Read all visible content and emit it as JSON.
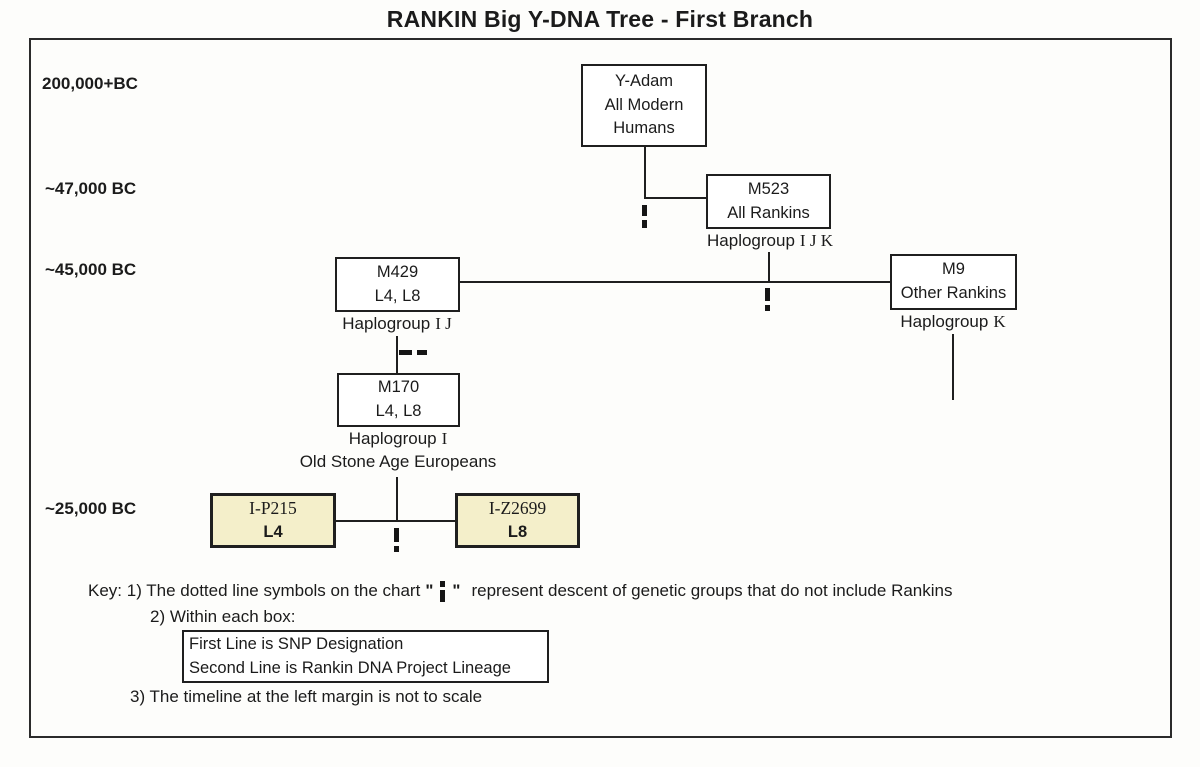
{
  "title": "RANKIN Big Y-DNA Tree - First Branch",
  "colors": {
    "highlight_fill": "#f4efca",
    "line": "#1f1f1f",
    "background": "#fdfdfb"
  },
  "timeline": {
    "t1": "200,000+BC",
    "t2": "~47,000 BC",
    "t3": "~45,000 BC",
    "t4": "~25,000 BC"
  },
  "nodes": {
    "yadam": {
      "l1": "Y-Adam",
      "l2": "All Modern",
      "l3": "Humans"
    },
    "m523": {
      "l1": "M523",
      "l2": "All Rankins",
      "hap": "Haplogroup",
      "letters": "I J K"
    },
    "m429": {
      "l1": "M429",
      "l2": "L4, L8",
      "hap": "Haplogroup",
      "letters": "I J"
    },
    "m9": {
      "l1": "M9",
      "l2": "Other Rankins",
      "hap": "Haplogroup",
      "letters": "K"
    },
    "m170": {
      "l1": "M170",
      "l2": "L4, L8",
      "hap": "Haplogroup",
      "letters": "I",
      "note": "Old Stone Age Europeans"
    },
    "ip215": {
      "l1": "I-P215",
      "l2": "L4"
    },
    "iz2699": {
      "l1": "I-Z2699",
      "l2": "L8"
    }
  },
  "key": {
    "item1_prefix": "Key: 1)  The dotted line symbols on the chart",
    "quote": "\"",
    "item1_suffix": "represent descent of genetic groups that do not include Rankins",
    "item2": "2)  Within each box:",
    "box_lines": {
      "0": "First Line is SNP Designation",
      "1": "Second Line is Rankin DNA Project Lineage"
    },
    "item3": "3)  The timeline at the left margin is not to scale"
  }
}
